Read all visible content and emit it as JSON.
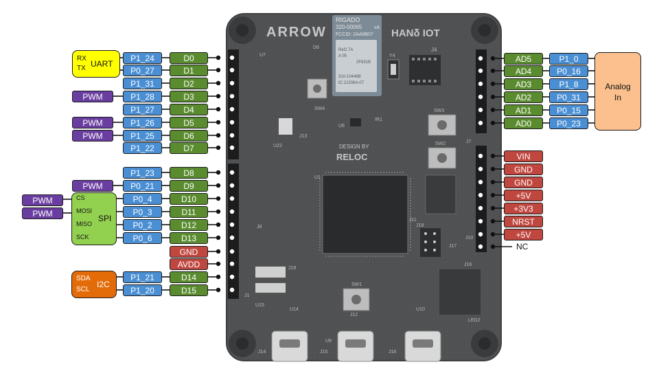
{
  "board": {
    "logo": "ARROW",
    "brand": "HANδ IOT",
    "module_lines": [
      "RIGADO",
      "320-00065",
      "FCCID: 2AA9B07",
      "vA"
    ],
    "module_chip": [
      "Rel2.7A",
      "A  05",
      "2F831B",
      "310-10446B",
      "IC:12208A-07"
    ],
    "design_by": "DESIGN BY",
    "design_by_name": "RELOC",
    "silk": {
      "j13": "J13",
      "j12": "J12",
      "j19": "J19",
      "j18": "J18",
      "j17": "J17",
      "j16": "J16",
      "j14": "J14",
      "j15": "J15",
      "j11": "J11",
      "j10": "J10",
      "j8": "J8",
      "j7": "J7",
      "j4": "J4",
      "j1": "J1",
      "sw1": "SW1",
      "sw2": "SW2",
      "sw3": "SW3",
      "sw4": "SW4",
      "led2": "LED2",
      "u7": "U7",
      "u6": "U6",
      "u1": "U1",
      "u9": "U9",
      "u10": "U10",
      "u14": "U14",
      "u15": "U15",
      "u22": "U22",
      "y4": "Y4",
      "ir1": "IR1",
      "d6": "D6"
    }
  },
  "left_pins": [
    {
      "port": "P1_24",
      "arduino": "D0"
    },
    {
      "port": "P0_27",
      "arduino": "D1"
    },
    {
      "port": "P1_31",
      "arduino": "D2"
    },
    {
      "port": "P1_28",
      "arduino": "D3"
    },
    {
      "port": "P1_27",
      "arduino": "D4"
    },
    {
      "port": "P1_26",
      "arduino": "D5"
    },
    {
      "port": "P1_25",
      "arduino": "D6"
    },
    {
      "port": "P1_22",
      "arduino": "D7"
    },
    {
      "port": "P1_23",
      "arduino": "D8"
    },
    {
      "port": "P0_21",
      "arduino": "D9"
    },
    {
      "port": "P0_4",
      "arduino": "D10"
    },
    {
      "port": "P0_3",
      "arduino": "D11"
    },
    {
      "port": "P0_2",
      "arduino": "D12"
    },
    {
      "port": "P0_6",
      "arduino": "D13"
    },
    {
      "port": "",
      "arduino": "GND"
    },
    {
      "port": "",
      "arduino": "AVDD"
    },
    {
      "port": "P1_21",
      "arduino": "D14"
    },
    {
      "port": "P1_20",
      "arduino": "D15"
    }
  ],
  "pwm_tags": [
    {
      "label": "PWM",
      "row": 3
    },
    {
      "label": "PWM",
      "row": 5
    },
    {
      "label": "PWM",
      "row": 6
    },
    {
      "label": "PWM",
      "row": 9
    },
    {
      "label": "PWM",
      "row": 10.5
    },
    {
      "label": "PWM",
      "row": 11.5
    }
  ],
  "uart": {
    "title": "UART",
    "rx": "RX",
    "tx": "TX",
    "color": "#ffff00"
  },
  "spi": {
    "title": "SPI",
    "cs": "CS",
    "mosi": "MOSI",
    "miso": "MISO",
    "sck": "SCK",
    "color": "#92d050"
  },
  "i2c": {
    "title": "I2C",
    "sda": "SDA",
    "scl": "SCL",
    "color": "#e36c09"
  },
  "right_analog": [
    {
      "arduino": "AD5",
      "port": "P1_0"
    },
    {
      "arduino": "AD4",
      "port": "P0_16"
    },
    {
      "arduino": "AD3",
      "port": "P1_8"
    },
    {
      "arduino": "AD2",
      "port": "P0_31"
    },
    {
      "arduino": "AD1",
      "port": "P0_15"
    },
    {
      "arduino": "AD0",
      "port": "P0_23"
    }
  ],
  "analog_group": {
    "line1": "Analog",
    "line2": "In",
    "color": "#fbc08d"
  },
  "right_power": [
    "VIN",
    "GND",
    "GND",
    "+5V",
    "+3V3",
    "NRST",
    "+5V"
  ],
  "nc_label": "NC",
  "colors": {
    "port": "#4a8fd4",
    "arduino": "#5a8c2f",
    "power": "#c0473f",
    "pwm": "#6a3ea0",
    "board": "#4b4d4f",
    "header": "#1c1c1c"
  }
}
